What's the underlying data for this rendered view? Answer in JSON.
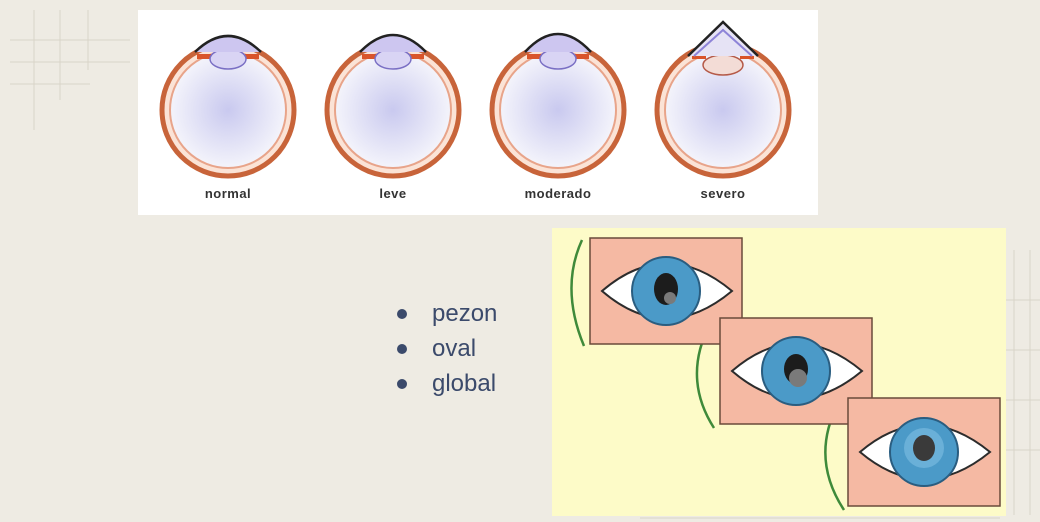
{
  "cross_sections": [
    {
      "label": "normal"
    },
    {
      "label": "leve"
    },
    {
      "label": "moderado"
    },
    {
      "label": "severo"
    }
  ],
  "bullets": [
    "pezon",
    "oval",
    "global"
  ],
  "colors": {
    "background": "#eeebe3",
    "sclera_ring": "#c8643a",
    "cornea": "#333333",
    "lens": "#8e84d8",
    "panel_yellow": "#fdfbc8",
    "eye_box": "#f5b9a3",
    "iris": "#4b9ac8",
    "bullet_text": "#3b4a6b"
  }
}
